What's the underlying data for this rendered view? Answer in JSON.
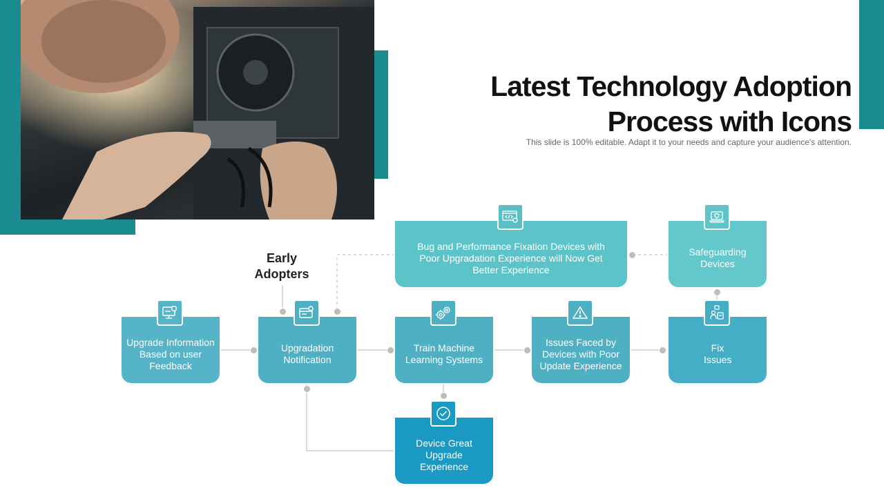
{
  "title": "Latest Technology Adoption Process with Icons",
  "subtitle": "This slide is 100% editable. Adapt it to your needs and capture your audience's attention.",
  "early_adopters_label": "Early Adopters",
  "colors": {
    "accent_teal": "#1a8c91",
    "box_light": "#5cc3c8",
    "box_mid": "#4fb0c4",
    "box_dark": "#1a9ac3"
  },
  "steps": {
    "upgrade_info": {
      "label": "Upgrade Information Based on user Feedback",
      "icon": "monitor-settings-icon"
    },
    "upgradation_notification": {
      "label": "Upgradation Notification",
      "icon": "notification-card-icon"
    },
    "train_ml": {
      "label": "Train Machine Learning Systems",
      "icon": "gears-icon"
    },
    "issues_faced": {
      "label": "Issues Faced by Devices with Poor Update Experience",
      "icon": "warning-icon"
    },
    "fix_issues": {
      "label": "Fix Issues",
      "icon": "people-fix-icon"
    },
    "safeguarding": {
      "label": "Safeguarding Devices",
      "icon": "laptop-shield-icon"
    },
    "bug_fixation": {
      "label": "Bug and Performance Fixation Devices with Poor Upgradation Experience will Now Get Better Experience",
      "icon": "code-bug-icon"
    },
    "device_great": {
      "label": "Device Great Upgrade Experience",
      "icon": "check-badge-icon"
    }
  }
}
